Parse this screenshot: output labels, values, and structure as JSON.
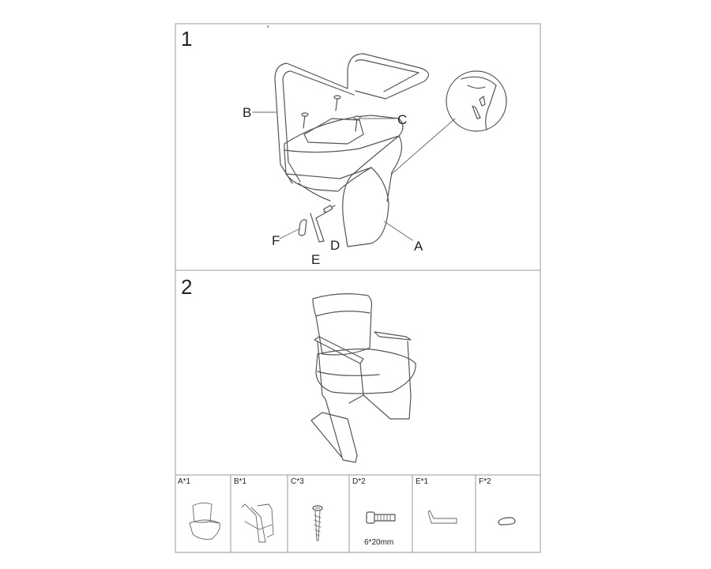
{
  "steps": [
    {
      "number": "1",
      "stray_mark": "'"
    },
    {
      "number": "2"
    }
  ],
  "callouts": {
    "a": "A",
    "b": "B",
    "c": "C",
    "d": "D",
    "e": "E",
    "f": "F"
  },
  "parts": [
    {
      "label": "A*1",
      "icon": "backrest-seat-icon"
    },
    {
      "label": "B*1",
      "icon": "frame-icon"
    },
    {
      "label": "C*3",
      "icon": "wood-screw-icon"
    },
    {
      "label": "D*2",
      "icon": "bolt-icon",
      "size": "6*20mm"
    },
    {
      "label": "E*1",
      "icon": "allen-key-icon"
    },
    {
      "label": "F*2",
      "icon": "cap-icon"
    }
  ]
}
